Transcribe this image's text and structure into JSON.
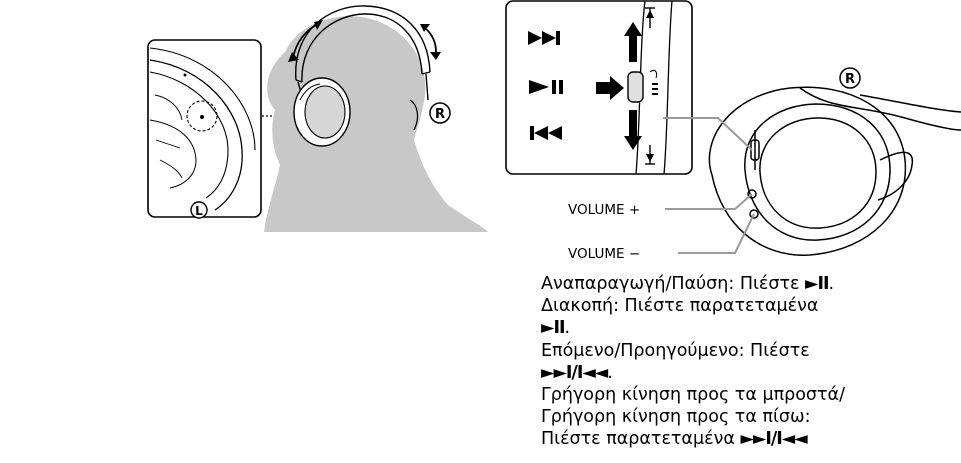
{
  "labels": {
    "left_badge": "L",
    "right_badge_head": "R",
    "right_badge_cup": "R",
    "volume_plus": "VOLUME +",
    "volume_minus": "VOLUME −"
  },
  "instructions": {
    "l1_text": "Αναπαραγωγή/Παύση: Πιέστε ",
    "l1_glyph": "►II",
    "l1_end": ".",
    "l2_text": "Διακοπή: Πιέστε παρατεταμένα",
    "l3_glyph": "►II",
    "l3_end": ".",
    "l4_text": "Επόμενο/Προηγούμενο: Πιέστε",
    "l5_glyph": "►►I/I◄◄",
    "l5_end": ".",
    "l6_text": "Γρήγορη κίνηση προς τα μπροστά/",
    "l7_text": "Γρήγορη κίνηση προς τα πίσω:",
    "l8_text": "Πιέστε παρατεταμένα ",
    "l8_glyph": "►►I/I◄◄"
  },
  "colors": {
    "silhouette": "#c8c8c8",
    "line": "#000000",
    "leader": "#9a9a9a"
  }
}
